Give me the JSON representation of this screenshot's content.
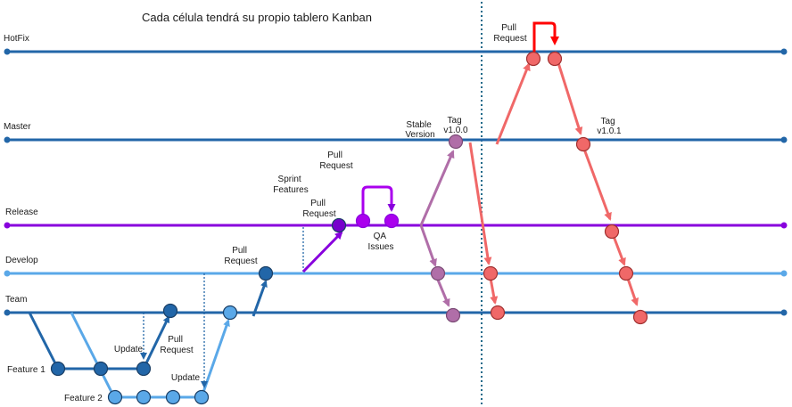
{
  "title": "Cada célula tendrá su propio tablero Kanban",
  "lanes": {
    "hotfix": "HotFix",
    "master": "Master",
    "release": "Release",
    "develop": "Develop",
    "team": "Team",
    "feature1": "Feature 1",
    "feature2": "Feature 2"
  },
  "labels": {
    "pr_hotfix": [
      "Pull",
      "Request"
    ],
    "tag_100": [
      "Tag",
      "v1.0.0"
    ],
    "stable_version": [
      "Stable",
      "Version"
    ],
    "tag_101": [
      "Tag",
      "v1.0.1"
    ],
    "pr_release_top": [
      "Pull",
      "Request"
    ],
    "sprint_features": [
      "Sprint",
      "Features"
    ],
    "pr_release": [
      "Pull",
      "Request"
    ],
    "qa_issues": [
      "QA",
      "Issues"
    ],
    "pr_develop": [
      "Pull",
      "Request"
    ],
    "pr_feature1": [
      "Pull",
      "Request"
    ],
    "update1": "Update",
    "update2": "Update"
  },
  "colors": {
    "dark_blue": "#2266a8",
    "light_blue": "#5aa8e8",
    "purple": "#8800dd",
    "mauve": "#b06ea8",
    "red": "#f06868",
    "bright_red": "#ff0000"
  }
}
